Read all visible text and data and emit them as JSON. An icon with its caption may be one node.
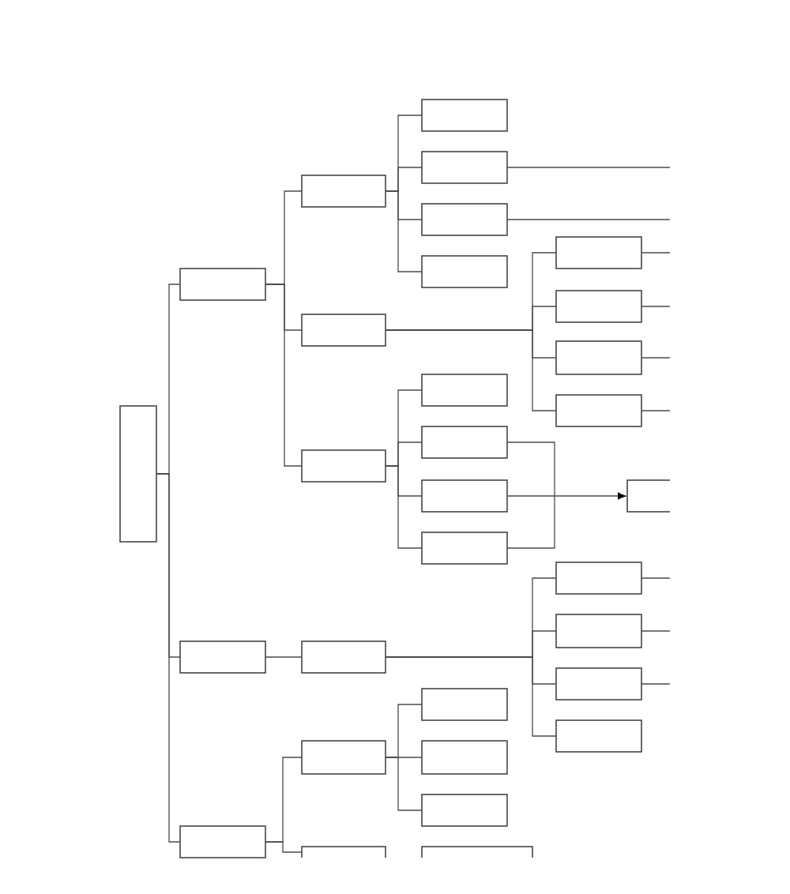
{
  "diagram": {
    "nodes": [
      {
        "text": [],
        "shape": "box"
      },
      {
        "text": [],
        "shape": "box"
      },
      {
        "text": [],
        "shape": "box"
      },
      {
        "text": [],
        "shape": "box"
      },
      {
        "text": [],
        "shape": "box"
      },
      {
        "text": [],
        "shape": "box"
      },
      {
        "text": [],
        "shape": "box"
      },
      {
        "text": [],
        "shape": "box"
      },
      {
        "text": [],
        "shape": "box"
      },
      {
        "text": [],
        "shape": "box"
      },
      {
        "text": [],
        "shape": "box"
      },
      {
        "text": [],
        "shape": "box"
      },
      {
        "text": [],
        "shape": "box"
      },
      {
        "text": [],
        "shape": "box"
      },
      {
        "text": [],
        "shape": "box"
      },
      {
        "text": [],
        "shape": "box"
      },
      {
        "text": [],
        "shape": "box"
      },
      {
        "text": [],
        "shape": "box"
      },
      {
        "text": [],
        "shape": "box"
      },
      {
        "text": [],
        "shape": "box"
      },
      {
        "text": [],
        "shape": "box"
      },
      {
        "text": [],
        "shape": "box"
      },
      {
        "text": [],
        "shape": "box"
      },
      {
        "text": [],
        "shape": "box"
      },
      {
        "text": [],
        "shape": "box"
      },
      {
        "text": [],
        "shape": "box"
      },
      {
        "text": [],
        "shape": "box"
      },
      {
        "text": [],
        "shape": "box"
      },
      {
        "text": [],
        "shape": "box"
      },
      {
        "text": [],
        "shape": "box"
      },
      {
        "text": [],
        "shape": "box"
      }
    ],
    "edges": [
      {
        "from": 0,
        "to": 1,
        "arrow": "none"
      },
      {
        "from": 0,
        "to": 2,
        "arrow": "none"
      },
      {
        "from": 0,
        "to": 3,
        "arrow": "none"
      },
      {
        "from": 1,
        "to": 4,
        "arrow": "none"
      },
      {
        "from": 1,
        "to": 5,
        "arrow": "none"
      },
      {
        "from": 1,
        "to": 6,
        "arrow": "none"
      },
      {
        "from": 2,
        "to": 7,
        "arrow": "none"
      },
      {
        "from": 3,
        "to": 8,
        "arrow": "none"
      },
      {
        "from": 3,
        "to": 9,
        "arrow": "none"
      },
      {
        "from": 4,
        "to": 10,
        "arrow": "none"
      },
      {
        "from": 4,
        "to": 11,
        "arrow": "none"
      },
      {
        "from": 4,
        "to": 12,
        "arrow": "none"
      },
      {
        "from": 4,
        "to": 13,
        "arrow": "none"
      },
      {
        "from": 5,
        "to": 22,
        "arrow": "none"
      },
      {
        "from": 5,
        "to": 23,
        "arrow": "none"
      },
      {
        "from": 5,
        "to": 24,
        "arrow": "none"
      },
      {
        "from": 5,
        "to": 25,
        "arrow": "none"
      },
      {
        "from": 6,
        "to": 14,
        "arrow": "none"
      },
      {
        "from": 6,
        "to": 15,
        "arrow": "none"
      },
      {
        "from": 6,
        "to": 16,
        "arrow": "none"
      },
      {
        "from": 6,
        "to": 17,
        "arrow": "none"
      },
      {
        "from": 7,
        "to": 26,
        "arrow": "none"
      },
      {
        "from": 7,
        "to": 27,
        "arrow": "none"
      },
      {
        "from": 7,
        "to": 28,
        "arrow": "none"
      },
      {
        "from": 7,
        "to": 29,
        "arrow": "none"
      },
      {
        "from": 8,
        "to": 18,
        "arrow": "none"
      },
      {
        "from": 8,
        "to": 19,
        "arrow": "none"
      },
      {
        "from": 8,
        "to": 20,
        "arrow": "none"
      },
      {
        "from": 15,
        "to": 30,
        "arrow": "to"
      },
      {
        "from": 16,
        "to": 30,
        "arrow": "to"
      },
      {
        "from": 17,
        "to": 30,
        "arrow": "to"
      },
      {
        "from": 11,
        "to": null,
        "arrow": "none"
      },
      {
        "from": 12,
        "to": null,
        "arrow": "none"
      },
      {
        "from": 22,
        "to": null,
        "arrow": "none"
      },
      {
        "from": 23,
        "to": null,
        "arrow": "none"
      },
      {
        "from": 24,
        "to": null,
        "arrow": "none"
      },
      {
        "from": 25,
        "to": null,
        "arrow": "none"
      },
      {
        "from": 26,
        "to": null,
        "arrow": "none"
      },
      {
        "from": 27,
        "to": null,
        "arrow": "none"
      },
      {
        "from": 28,
        "to": null,
        "arrow": "none"
      }
    ]
  }
}
